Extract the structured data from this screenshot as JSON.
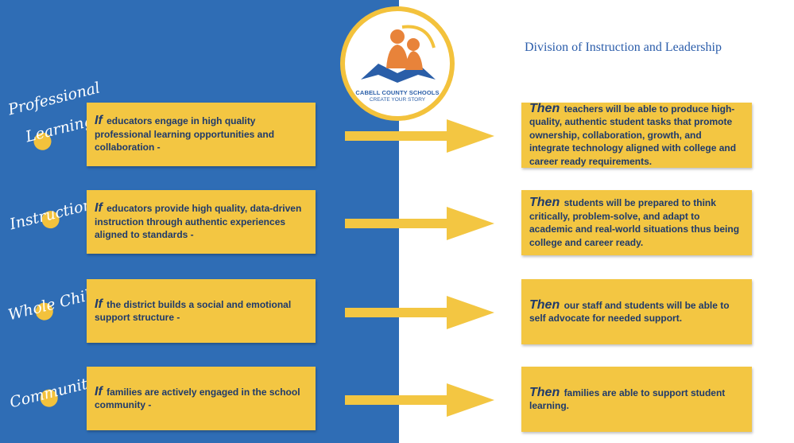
{
  "header": {
    "division_title": "Division of Instruction and Leadership"
  },
  "logo": {
    "name": "CABELL COUNTY SCHOOLS",
    "tagline": "CREATE YOUR STORY"
  },
  "rows": [
    {
      "label_line1": "Professional",
      "label_line2": "Learning",
      "if_word": "If",
      "if_text": "educators engage in high quality professional learning opportunities and collaboration -",
      "then_word": "Then",
      "then_text": "teachers will be able to produce high-quality, authentic student tasks that promote ownership, collaboration, growth, and integrate technology aligned with college and career ready requirements."
    },
    {
      "label_line1": "Instruction",
      "if_word": "If",
      "if_text": "educators provide high quality, data-driven instruction through authentic experiences aligned to standards -",
      "then_word": "Then",
      "then_text": "students will be prepared to think critically, problem-solve, and adapt to academic and real-world situations thus being college and career ready."
    },
    {
      "label_line1": "Whole Child",
      "if_word": "If",
      "if_text": "the district builds a social and emotional support structure -",
      "then_word": "Then",
      "then_text": "our staff and students will be able to self advocate for needed support."
    },
    {
      "label_line1": "Community",
      "if_word": "If",
      "if_text": "families are actively engaged in the school community -",
      "then_word": "Then",
      "then_text": "families are able to support student learning."
    }
  ],
  "colors": {
    "blue_panel": "#2f6db5",
    "box_yellow": "#f3c642",
    "text_navy": "#1f3a6b",
    "logo_orange": "#e8833a"
  }
}
